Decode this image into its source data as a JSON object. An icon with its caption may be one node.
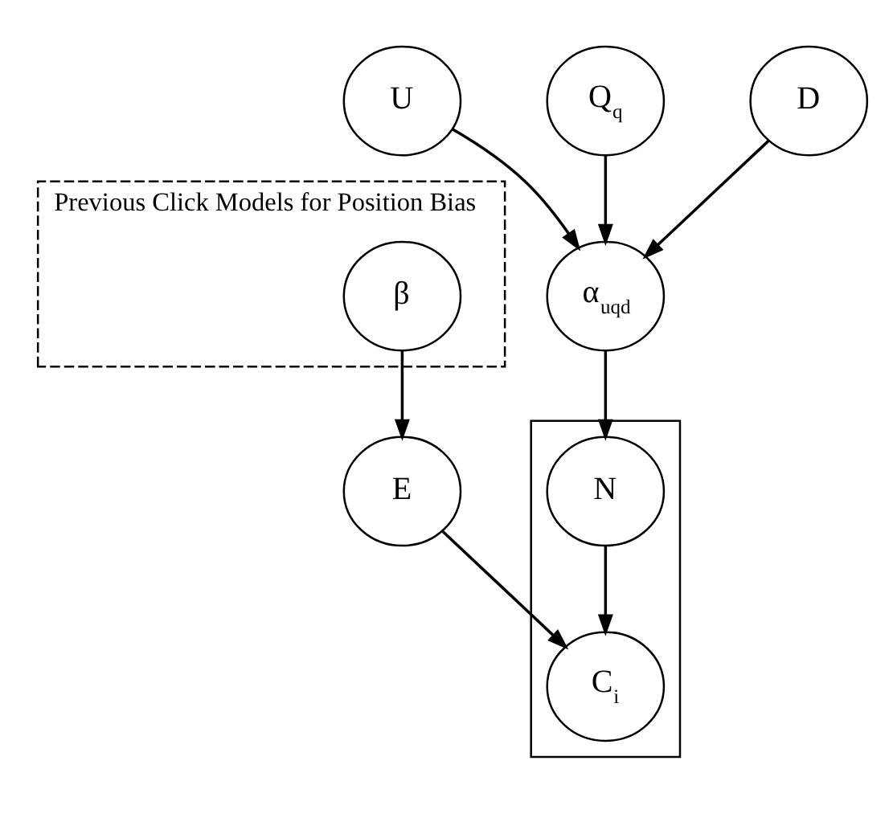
{
  "diagram": {
    "nodes": [
      {
        "text": [
          "Previous Click Models for Position Bias"
        ]
      },
      {
        "text": [
          "β"
        ],
        "in": 0
      },
      {
        "text": [
          "U"
        ]
      },
      {
        "text": [
          "Q$_{q}$"
        ]
      },
      {
        "text": [
          "D"
        ]
      },
      {
        "text": [
          "α$_{uqd}$"
        ]
      },
      {
        "text": [],
        "shape": "box"
      },
      {
        "text": [
          "E"
        ]
      },
      {
        "text": [
          "N"
        ],
        "in": 6
      },
      {
        "text": [
          "C$_{i}$"
        ],
        "in": 6
      }
    ],
    "edges": [
      {
        "from": 1,
        "to": 7,
        "arrow": "to"
      },
      {
        "from": 2,
        "to": 5,
        "arrow": "to"
      },
      {
        "from": 3,
        "to": 5,
        "arrow": "to"
      },
      {
        "from": 4,
        "to": 5,
        "arrow": "to"
      },
      {
        "from": 5,
        "to": 8,
        "arrow": "to"
      },
      {
        "from": 7,
        "to": 9,
        "arrow": "to"
      },
      {
        "from": 8,
        "to": 9,
        "arrow": "to"
      }
    ]
  }
}
